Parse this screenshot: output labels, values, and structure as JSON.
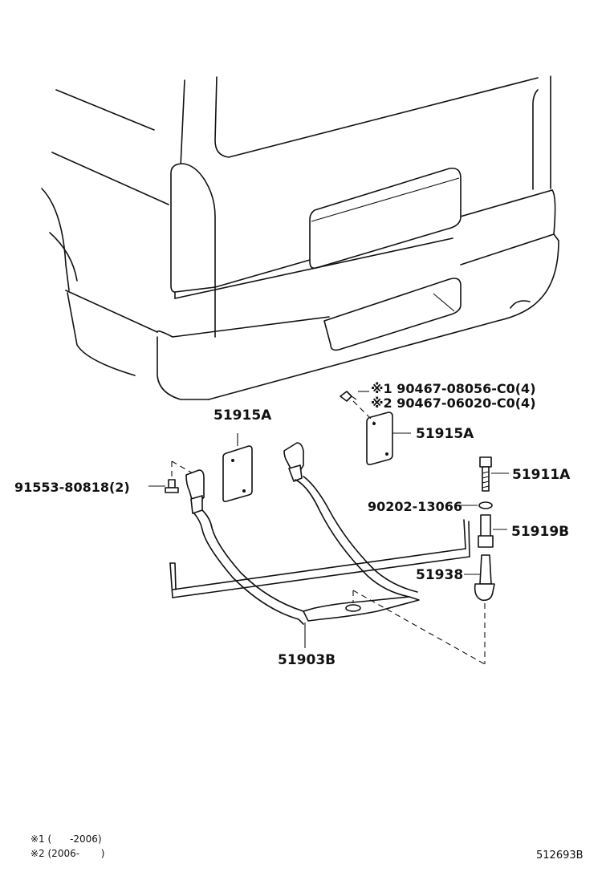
{
  "parts": {
    "cover_left": "51915A",
    "cover_right": "51915A",
    "screw_note_1": "※1 90467-08056-C0(4)",
    "screw_note_2": "※2 90467-06020-C0(4)",
    "bolt_left": "91553-80818(2)",
    "bolt_right": "51911A",
    "washer": "90202-13066",
    "collar": "51919B",
    "hook": "51938",
    "carrier": "51903B"
  },
  "footnotes": {
    "note_1": "※1 (      -2006)",
    "note_2": "※2 (2006-       )"
  },
  "diagram_ref": "512693B"
}
